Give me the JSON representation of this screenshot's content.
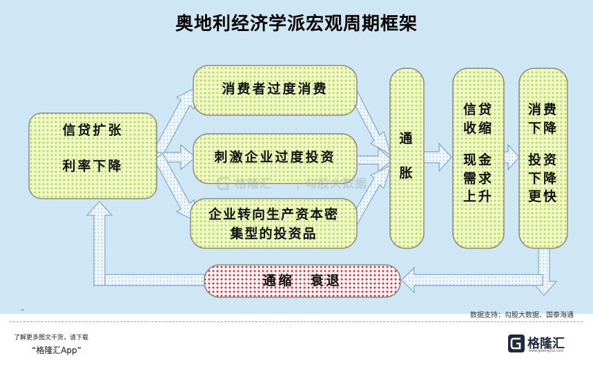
{
  "title": "奥地利经济学派宏观周期框架",
  "colors": {
    "background": "#cfe6f5",
    "box_fill": "#f0f8c8",
    "box_dot": "#b7d95a",
    "recession_fill": "#f2f2f2",
    "recession_dot": "#d0364a",
    "arrow_fill": "#e8f3fb",
    "arrow_dot": "#9fc7e6"
  },
  "boxes": {
    "credit": {
      "line1": "信贷扩张",
      "line2": "利率下降"
    },
    "consumption": {
      "text": "消费者过度消费"
    },
    "investment": {
      "text": "刺激企业过度投资"
    },
    "capital": {
      "line1": "企业转向生产资本密",
      "line2": "集型的投资品"
    },
    "inflation": {
      "line1": "通",
      "line2": "胀"
    },
    "tighten": {
      "line1": "信贷",
      "line2": "收缩",
      "line3": "现金",
      "line4": "需求",
      "line5": "上升"
    },
    "decline": {
      "line1": "消费",
      "line2": "下降",
      "line3": "投资",
      "line4": "下降",
      "line5": "更快"
    },
    "recession": {
      "text": "通缩　衰退"
    }
  },
  "watermark": {
    "name": "格隆汇",
    "sep": "|",
    "name2": "勾股大数据"
  },
  "source": "数据支持：勾股大数据、国泰海通",
  "dash_mark": "–",
  "footer": {
    "line1": "了解更多图文干货，请下载",
    "line2": "“格隆汇App”"
  },
  "logo": {
    "text": "格隆汇",
    "sub": "www.gelonghui.com"
  }
}
